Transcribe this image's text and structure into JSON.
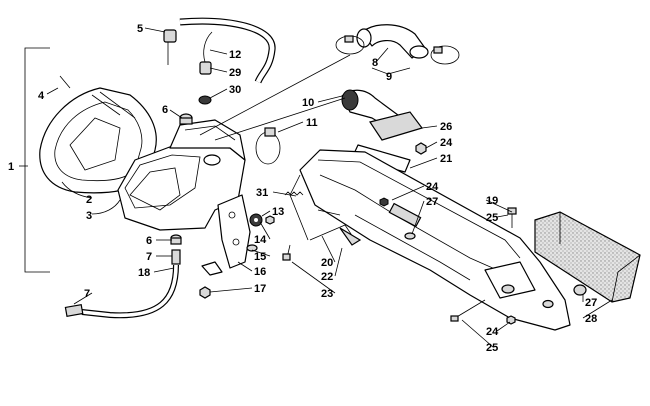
{
  "diagram": {
    "callouts": [
      "1",
      "2",
      "3",
      "4",
      "5",
      "6",
      "6",
      "7",
      "7",
      "8",
      "9",
      "10",
      "11",
      "12",
      "13",
      "14",
      "15",
      "16",
      "17",
      "18",
      "19",
      "20",
      "21",
      "22",
      "23",
      "24",
      "24",
      "24",
      "25",
      "25",
      "26",
      "27",
      "27",
      "28",
      "29",
      "30",
      "31"
    ]
  }
}
